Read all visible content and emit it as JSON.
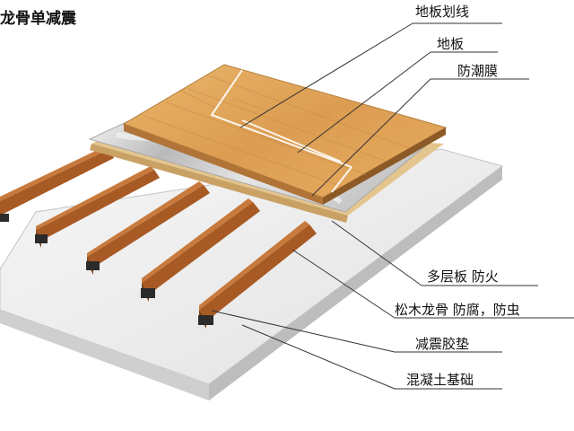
{
  "diagram": {
    "title": "龙骨单减震",
    "labels": {
      "floor_line": "地板划线",
      "floor": "地板",
      "moisture_film": "防潮膜",
      "plywood": "多层板 防火",
      "pine_keel": "松木龙骨 防腐，防虫",
      "rubber_pad": "减震胶垫",
      "concrete": "混凝土基础"
    },
    "colors": {
      "concrete_top": "#eeeeee",
      "concrete_side": "#cfcfcf",
      "keel": "#b5652a",
      "keel_dark": "#7a3f17",
      "rubber_pad": "#2b2b2b",
      "film": "#d4d4d4",
      "plywood": "#e2c28a",
      "floor": "#dea055",
      "floor_edge": "#9b6a30"
    }
  }
}
